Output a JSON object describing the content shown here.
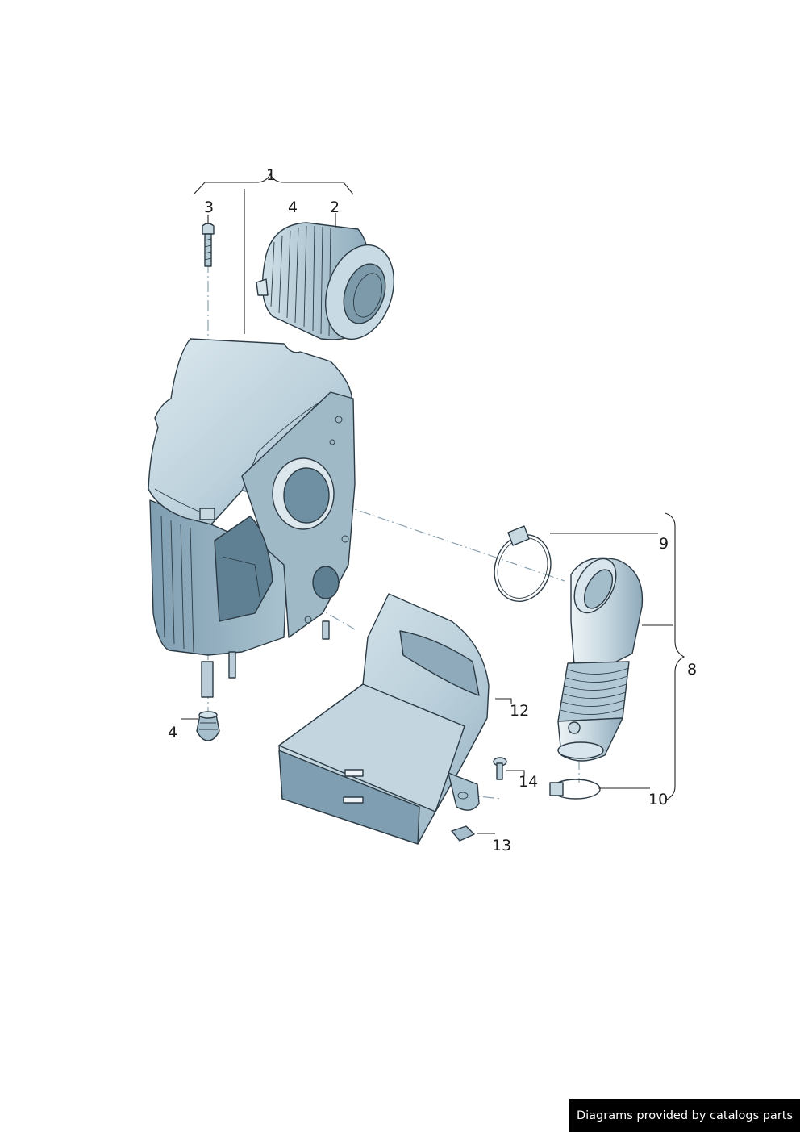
{
  "callouts": {
    "c1": "1",
    "c2": "2",
    "c3": "3",
    "c4a": "4",
    "c4b": "4",
    "c8": "8",
    "c9": "9",
    "c10": "10",
    "c12": "12",
    "c13": "13",
    "c14": "14"
  },
  "credit": "Diagrams provided by catalogs parts",
  "colors": {
    "part_fill_light": "#d4e3ea",
    "part_fill_mid": "#b3cad6",
    "part_fill_dark": "#8eaabb",
    "outline": "#2b3a44"
  }
}
